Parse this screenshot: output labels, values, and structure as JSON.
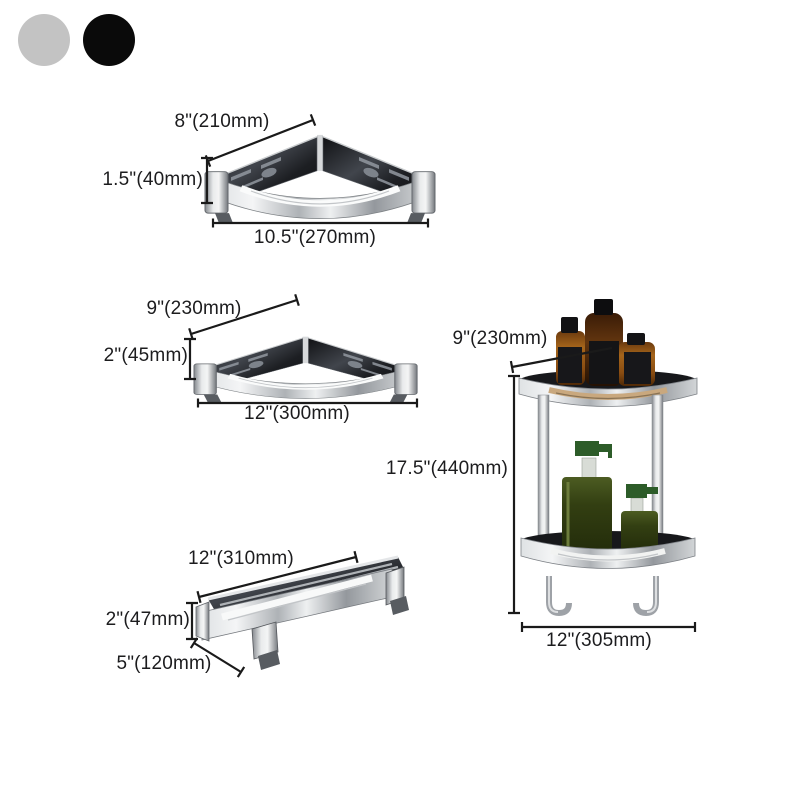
{
  "swatches": [
    {
      "name": "silver-swatch",
      "color": "#c3c3c3"
    },
    {
      "name": "black-swatch",
      "color": "#0a0a0a"
    }
  ],
  "products": {
    "corner_shelf_small": {
      "top_width": "8\"(210mm)",
      "height": "1.5\"(40mm)",
      "front_width": "10.5\"(270mm)"
    },
    "corner_shelf_large": {
      "top_width": "9\"(230mm)",
      "height": "2\"(45mm)",
      "front_width": "12\"(300mm)"
    },
    "rect_basket": {
      "length": "12\"(310mm)",
      "height": "2\"(47mm)",
      "depth": "5\"(120mm)"
    },
    "two_tier_caddy": {
      "top_width": "9\"(230mm)",
      "height": "17.5\"(440mm)",
      "base_width": "12\"(305mm)"
    }
  }
}
